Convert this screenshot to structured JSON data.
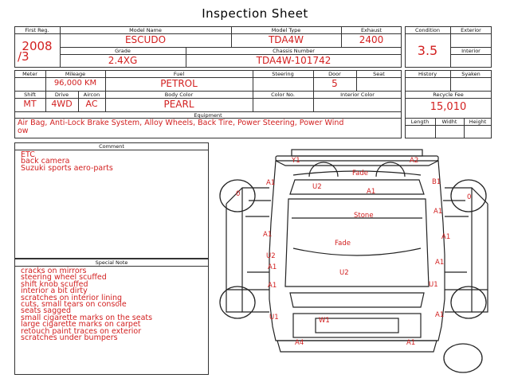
{
  "title": "Inspection Sheet",
  "header": {
    "first_reg_label": "First Reg.",
    "first_reg_line1": "2008",
    "first_reg_line2": "/3",
    "model_name_label": "Model Name",
    "model_name": "ESCUDO",
    "model_type_label": "Model Type",
    "model_type": "TDA4W",
    "exhaust_label": "Exhaust",
    "exhaust": "2400",
    "grade_label": "Grade",
    "grade": "2.4XG",
    "chassis_label": "Chassis Number",
    "chassis": "TDA4W-101742",
    "condition_label": "Condition",
    "condition": "3.5",
    "exterior_label": "Exterior",
    "interior_label": "Interior"
  },
  "specs": {
    "meter_label": "Meter",
    "mileage_label": "Mileage",
    "mileage": "96,000 KM",
    "fuel_label": "Fuel",
    "fuel": "PETROL",
    "steering_label": "Steering",
    "door_label": "Door",
    "door": "5",
    "seat_label": "Seat",
    "shift_label": "Shift",
    "shift": "MT",
    "drive_label": "Drive",
    "drive": "4WD",
    "aircon_label": "Aircon",
    "aircon": "AC",
    "body_color_label": "Body Color",
    "body_color": "PEARL",
    "color_no_label": "Color No.",
    "interior_color_label": "Interior Color",
    "equipment_label": "Equipment",
    "equipment_line1": "Air Bag, Anti-Lock Brake System, Alloy Wheels, Back Tire, Power Steering, Power Wind",
    "equipment_line2": "ow",
    "history_label": "History",
    "syaken_label": "Syaken",
    "recycle_label": "Recycle Fee",
    "recycle": "15,010",
    "length_label": "Length",
    "width_label": "Widht",
    "height_label": "Height"
  },
  "comment": {
    "label": "Comment",
    "lines": [
      "ETC",
      "back camera",
      "Suzuki sports aero-parts"
    ]
  },
  "special_note": {
    "label": "Special Note",
    "lines": [
      "cracks on mirrors",
      "steering wheel scuffed",
      "shift knob scuffed",
      "interior a bit dirty",
      "scratches on interior lining",
      "cuts, small tears on console",
      "seats sagged",
      "small cigarette marks on the seats",
      "large cigarette marks on carpet",
      "retouch paint traces on exterior",
      "scratches under bumpers"
    ]
  },
  "diagram": {
    "marks": {
      "y1": "Y1",
      "a2_top": "A2",
      "fade_top": "Fade",
      "a1_lf": "A1",
      "u2_top": "U2",
      "a1_roof": "A1",
      "b1": "B1",
      "zero_left": "0",
      "zero_right": "0",
      "a1_rf": "A1",
      "stone": "Stone",
      "a1_ls": "A1",
      "a1_rs": "A1",
      "fade_mid": "Fade",
      "u2_ls": "U2",
      "a1_ld": "A1",
      "u2_center": "U2",
      "a1_rd": "A1",
      "a1_lr": "A1",
      "u1_right": "U1",
      "u1_left": "U1",
      "w1": "W1",
      "a1_rr": "A1",
      "a4": "A4",
      "a1_bot": "A1"
    }
  }
}
